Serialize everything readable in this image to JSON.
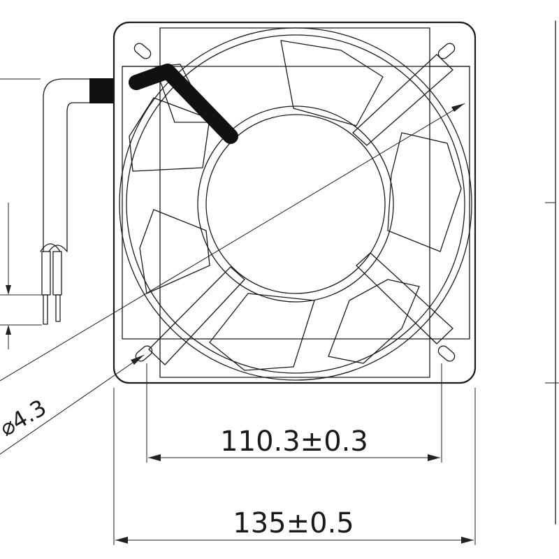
{
  "dimensions": {
    "hole_pitch": "110.3±0.3",
    "overall_width": "135±0.5",
    "hole_diameter": "⌀4.3"
  }
}
